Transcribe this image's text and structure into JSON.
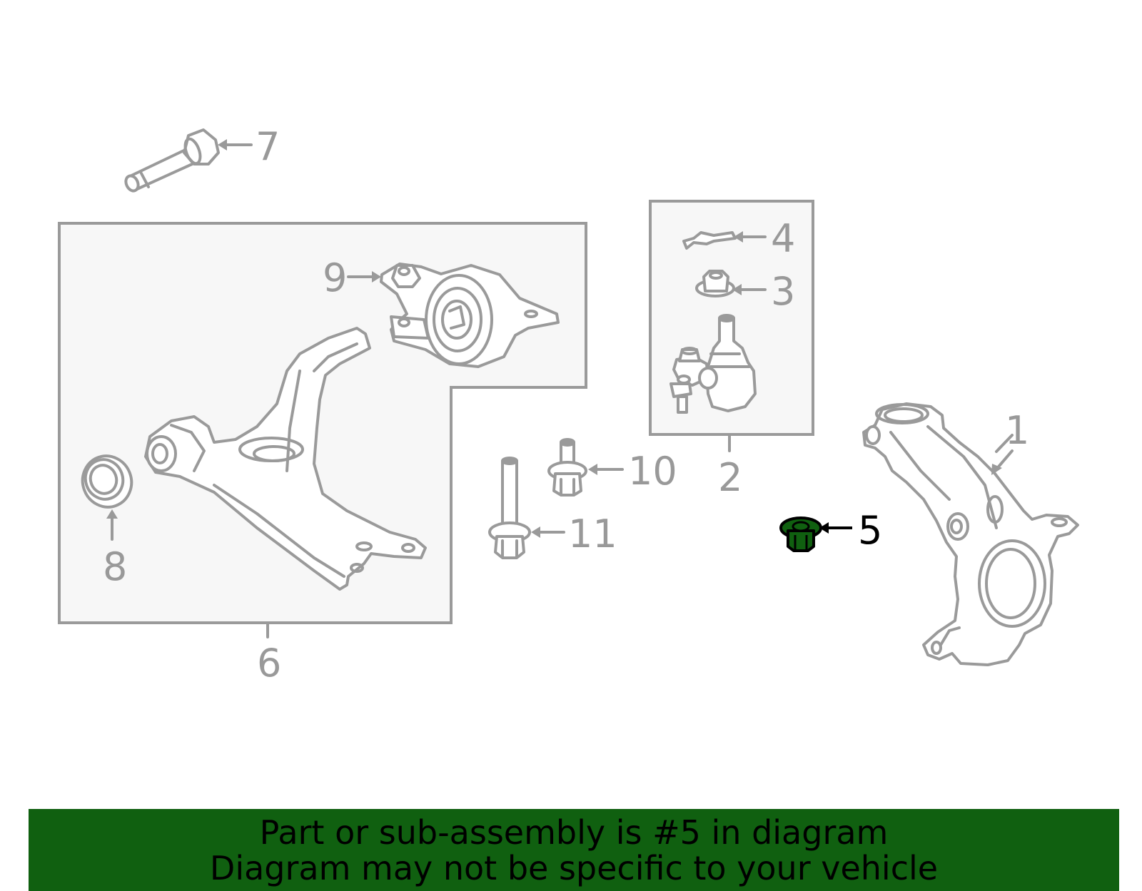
{
  "callouts": {
    "c1": "1",
    "c2": "2",
    "c3": "3",
    "c4": "4",
    "c5": "5",
    "c6": "6",
    "c7": "7",
    "c8": "8",
    "c9": "9",
    "c10": "10",
    "c11": "11"
  },
  "highlighted_part": "5",
  "colors": {
    "highlight_fill": "#106010",
    "line_gray": "#9a9a9a",
    "banner_bg": "#106010",
    "box_fill": "#f7f7f7"
  },
  "banner": {
    "line1": "Part or sub-assembly is #5 in diagram",
    "line2": "Diagram may not be specific to your vehicle"
  }
}
